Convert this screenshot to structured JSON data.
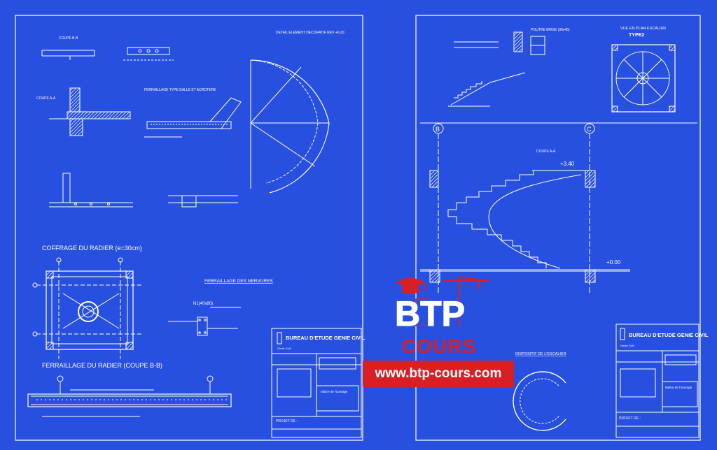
{
  "sheet_left": {
    "labels": {
      "coupe_bb": "COUPE B-B",
      "coupe_aa": "COUPE A-A",
      "ferraillage_dalle": "FERRAILLAGE TYPE DALLE ET ACROTERE",
      "detail_element": "DETAIL ELEMENT DECORATIF REV +6.20",
      "coffrage_radier": "COFFRAGE DU RADIER (e=30cm)",
      "ferraillage_nervures": "FERRAILLAGE DES NERVURES",
      "ferraillage_radier": "FERRAILLAGE DU RADIER (COUPE B-B)",
      "section_n1": "N1(40x80)"
    },
    "title_block": {
      "office": "BUREAU D'ETUDE GENIE CIVIL",
      "small_logo": "Genie Civil",
      "project_label": "PROJET DE :",
      "owner": "Maitre de l'ouvrage"
    }
  },
  "sheet_right": {
    "labels": {
      "poutre_brisee": "POUTRE BRISE (30x45)",
      "vue_plan": "VUE EN PLAN ESCALIER",
      "type": "TYPE2",
      "axis_b": "B",
      "axis_c": "C",
      "level_top": "+3.40",
      "level_zero": "+0.00",
      "coupe_label": "COUPE A-A",
      "dispositif": "DISPOSITIF DE L'ESCALIER"
    },
    "title_block": {
      "office": "BUREAU D'ETUDE GENIE CIVIL",
      "small_logo": "Genie Civil",
      "project_label": "PROJET DE :",
      "owner": "Maitre de l'ouvrage"
    }
  },
  "watermark": {
    "brand": "BTP",
    "sub": "COURS",
    "url": "www.btp-cours.com",
    "colors": {
      "red": "#d81f26",
      "blue_bg": "#2850e0"
    }
  }
}
